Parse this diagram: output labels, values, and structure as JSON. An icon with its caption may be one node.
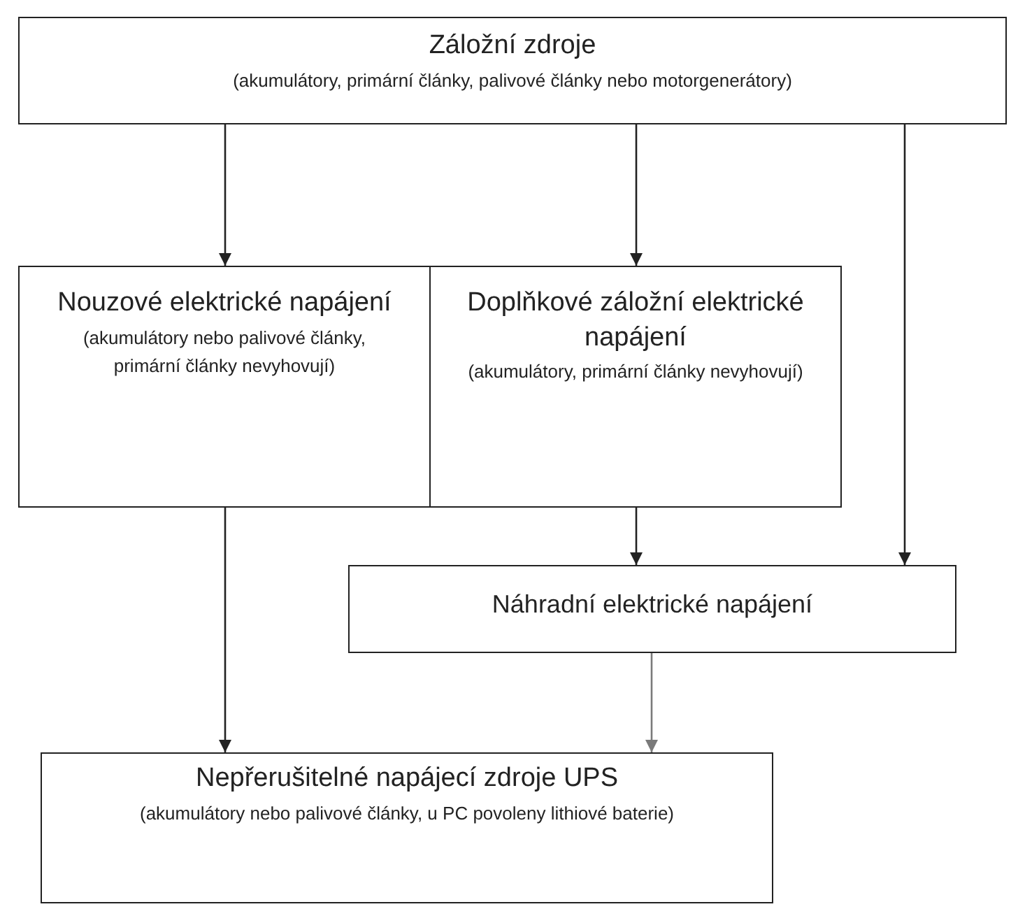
{
  "diagram": {
    "nodes": [
      {
        "text": [
          "Záložní zdroje",
          "(akumulátory, primární články, palivové články nebo motorgenerátory)"
        ]
      },
      {
        "text": [
          "Nouzové elektrické napájení",
          "(akumulátory nebo palivové články, primární články nevyhovují)"
        ]
      },
      {
        "text": [
          "Doplňkové záložní elektrické napájení",
          "(akumulátory, primární články nevyhovují)"
        ]
      },
      {
        "text": [
          "Náhradní elektrické napájení"
        ]
      },
      {
        "text": [
          "Nepřerušitelné napájecí zdroje UPS",
          "(akumulátory nebo palivové články, u PC povoleny lithiové baterie)"
        ]
      }
    ],
    "edges": [
      {
        "from": 0,
        "to": 1,
        "arrow": "to"
      },
      {
        "from": 0,
        "to": 2,
        "arrow": "to"
      },
      {
        "from": 0,
        "to": 3,
        "arrow": "to"
      },
      {
        "from": 1,
        "to": 4,
        "arrow": "to"
      },
      {
        "from": 2,
        "to": 3,
        "arrow": "to"
      },
      {
        "from": 3,
        "to": 4,
        "arrow": "to",
        "color": "#7a7a7a"
      }
    ]
  }
}
